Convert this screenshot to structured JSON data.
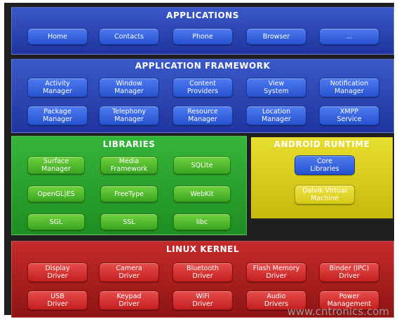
{
  "layers": {
    "applications": {
      "title": "Applications",
      "items": [
        "Home",
        "Contacts",
        "Phone",
        "Browser",
        "..."
      ]
    },
    "framework": {
      "title": "Application Framework",
      "items": [
        "Activity\nManager",
        "Window\nManager",
        "Content\nProviders",
        "View\nSystem",
        "Notification\nManager",
        "Package\nManager",
        "Telephony\nManager",
        "Resource\nManager",
        "Location\nManager",
        "XMPP\nService"
      ]
    },
    "libraries": {
      "title": "Libraries",
      "items": [
        "Surface\nManager",
        "Media\nFramework",
        "SQLite",
        "OpenGL|ES",
        "FreeType",
        "WebKit",
        "SGL",
        "SSL",
        "libc"
      ]
    },
    "runtime": {
      "title": "Android Runtime",
      "items": [
        "Core\nLibraries",
        "Dalvik Virtual\nMachine"
      ]
    },
    "kernel": {
      "title": "Linux Kernel",
      "items": [
        "Display\nDriver",
        "Camera\nDriver",
        "Bluetooth\nDriver",
        "Flash Memory\nDriver",
        "Binder (IPC)\nDriver",
        "USB\nDriver",
        "Keypad\nDriver",
        "WiFi\nDriver",
        "Audio\nDrivers",
        "Power\nManagement"
      ]
    }
  },
  "watermark": "www.cntronics.com",
  "colors": {
    "applications": "#2a44b4",
    "libraries": "#26a02a",
    "runtime": "#d8cc1a",
    "kernel": "#a81e1e"
  }
}
